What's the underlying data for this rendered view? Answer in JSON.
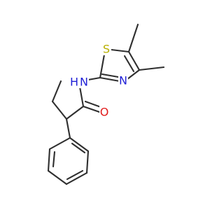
{
  "colors": {
    "bond": "#2f2f2f",
    "sulfur": "#b8b000",
    "nitrogen": "#1f1fd6",
    "oxygen": "#e01b1b"
  },
  "molecule": {
    "atoms": {
      "s1": "S",
      "n_ring": "N",
      "n_amide": "N",
      "h_amide": "H",
      "o1": "O"
    }
  }
}
